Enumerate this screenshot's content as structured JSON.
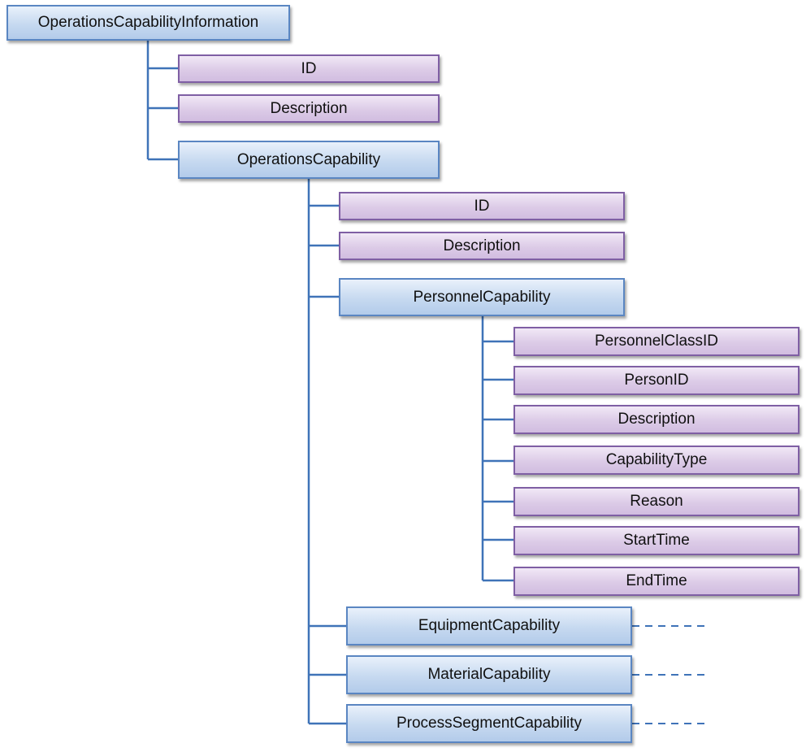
{
  "colors": {
    "connector": "#3f73b8",
    "container_fill": "#c6d9f0",
    "container_border": "#5a86c2",
    "attribute_fill": "#dccbe7",
    "attribute_border": "#7f5fa4"
  },
  "root": {
    "label": "OperationsCapabilityInformation"
  },
  "level1": {
    "id": "ID",
    "description": "Description",
    "operations_capability": "OperationsCapability"
  },
  "level2": {
    "id": "ID",
    "description": "Description",
    "personnel_capability": "PersonnelCapability",
    "equipment_capability": "EquipmentCapability",
    "material_capability": "MaterialCapability",
    "process_segment_capability": "ProcessSegmentCapability"
  },
  "personnel": {
    "personnel_class_id": "PersonnelClassID",
    "person_id": "PersonID",
    "description": "Description",
    "capability_type": "CapabilityType",
    "reason": "Reason",
    "start_time": "StartTime",
    "end_time": "EndTime"
  }
}
